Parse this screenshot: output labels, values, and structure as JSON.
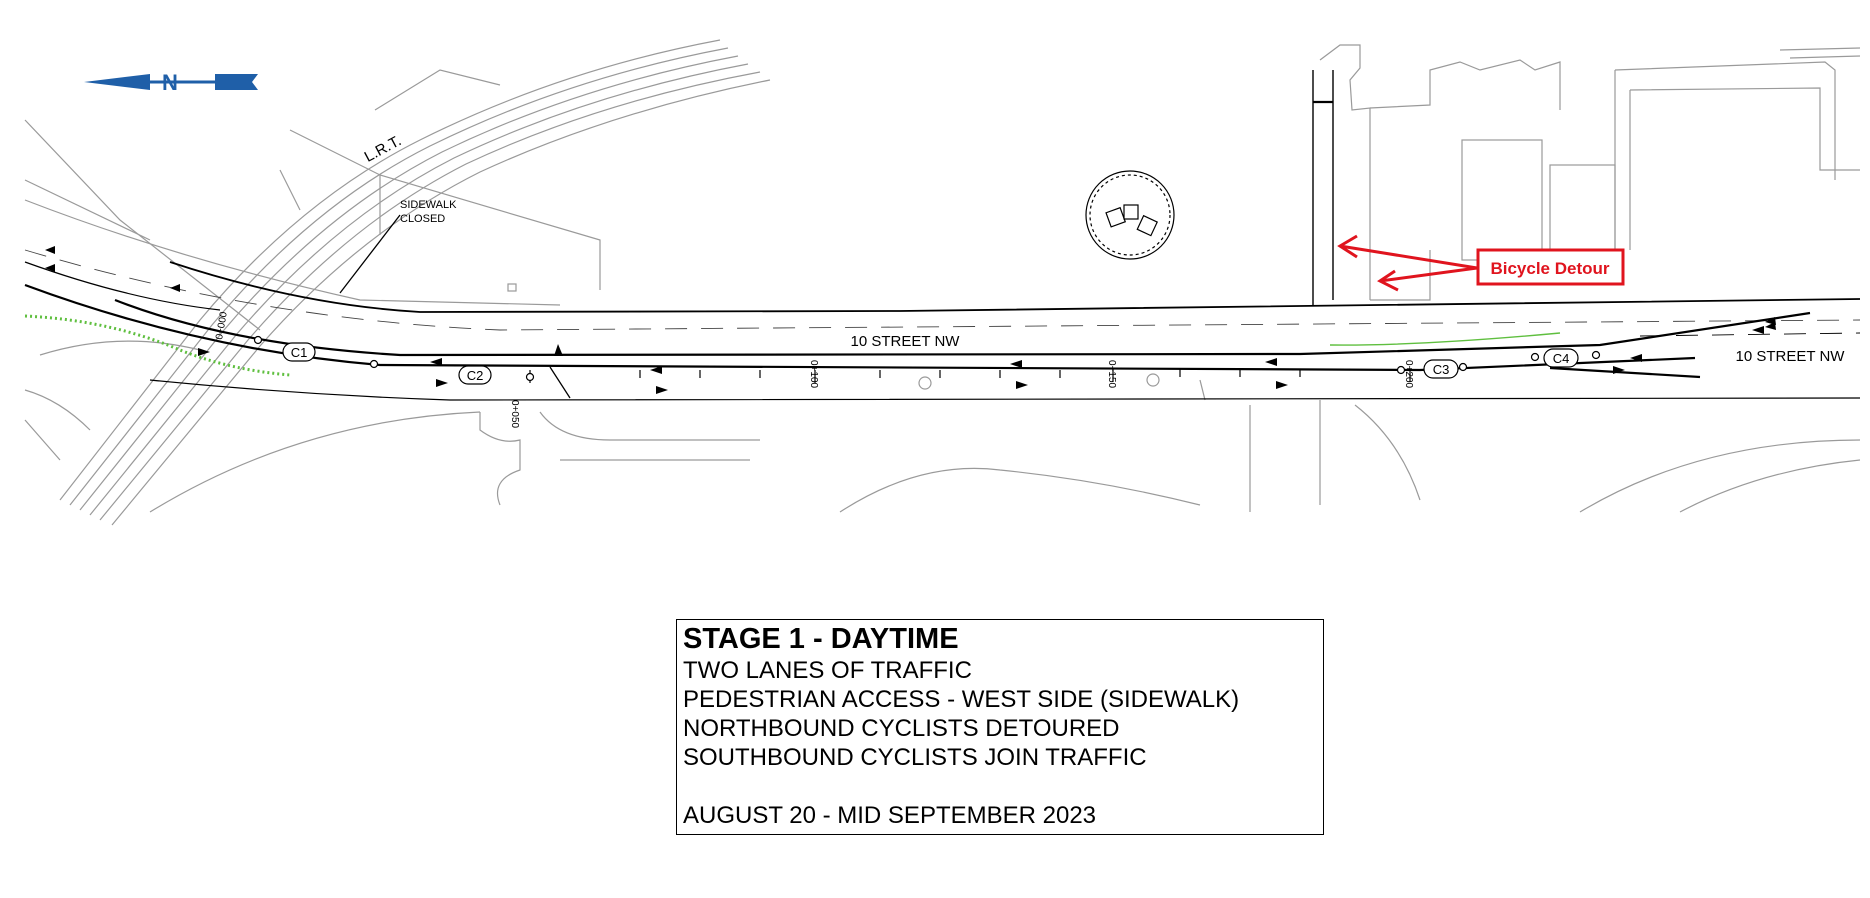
{
  "map": {
    "street_name": "10 STREET NW",
    "street_name_east": "10 STREET NW",
    "lrt_label": "L.R.T.",
    "sidewalk_note": [
      "SIDEWALK",
      "CLOSED"
    ],
    "bicycle_detour_label": "Bicycle Detour",
    "control_points": [
      "C1",
      "C2",
      "C3",
      "C4"
    ],
    "stations": [
      "0+000",
      "0+050",
      "0+100",
      "0+150",
      "0+200"
    ],
    "north_arrow_letter": "N",
    "colors": {
      "linework": "#000000",
      "background_linework": "#9a9a9a",
      "detour": "#e0141e",
      "north_arrow": "#1f5fa8",
      "green_path": "#5fbf3f"
    }
  },
  "legend": {
    "title": "STAGE 1 - DAYTIME",
    "lines": [
      "TWO LANES OF TRAFFIC",
      "PEDESTRIAN ACCESS - WEST SIDE (SIDEWALK)",
      "NORTHBOUND CYCLISTS DETOURED",
      "SOUTHBOUND CYCLISTS JOIN TRAFFIC"
    ],
    "dates": "AUGUST 20 - MID SEPTEMBER 2023"
  }
}
